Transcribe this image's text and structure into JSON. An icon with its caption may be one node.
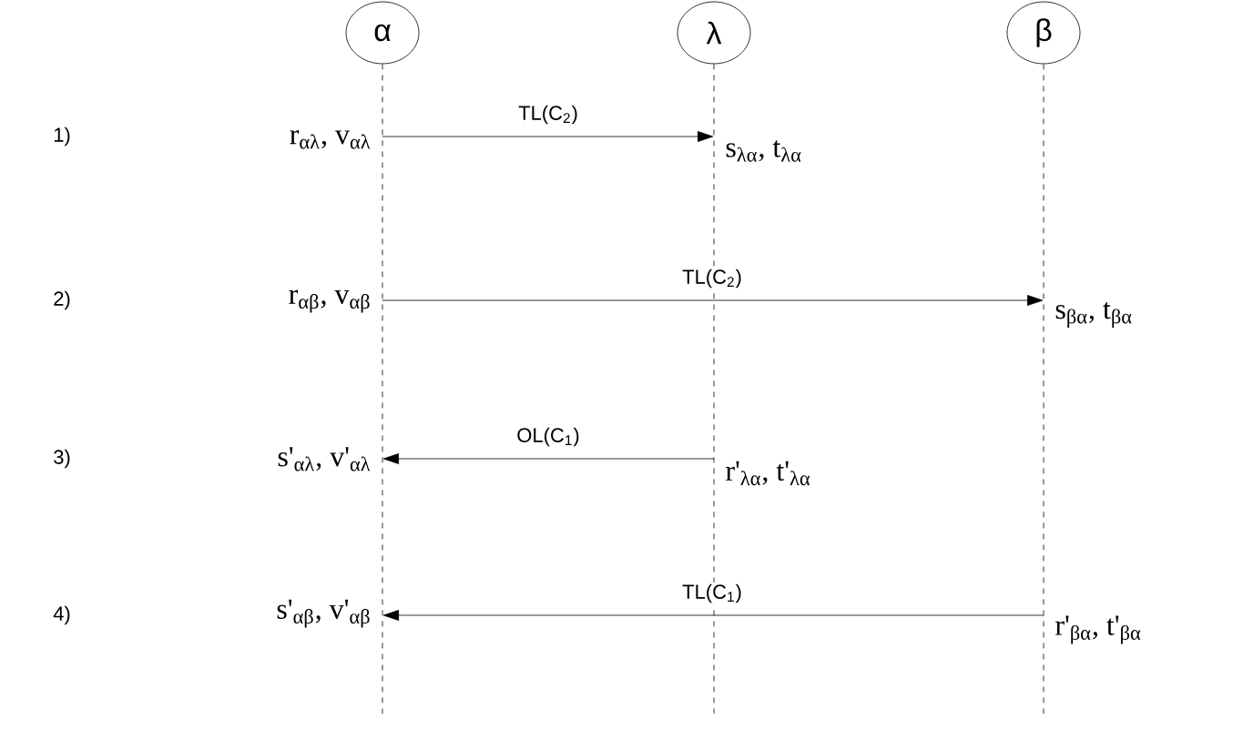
{
  "diagram": {
    "nodes": [
      {
        "text": [
          "α"
        ]
      },
      {
        "text": [
          "λ"
        ]
      },
      {
        "text": [
          "β"
        ]
      },
      {
        "text": [
          "r$_{αλ}$, v$_{αλ}$"
        ]
      },
      {
        "text": [
          "s$_{λα}$, t$_{λα}$"
        ]
      },
      {
        "text": [
          "r$_{αβ}$, v$_{αβ}$"
        ]
      },
      {
        "text": [
          "s$_{βα}$, t$_{βα}$"
        ]
      },
      {
        "text": [
          "s'$_{αλ}$, v'$_{αλ}$"
        ]
      },
      {
        "text": [
          "r'$_{λα}$, t'$_{λα}$"
        ]
      },
      {
        "text": [
          "s'$_{αβ}$, v'$_{αβ}$"
        ]
      },
      {
        "text": [
          "r'$_{βα}$, t'$_{βα}$"
        ]
      }
    ],
    "edges": [
      {
        "from": 0,
        "to": null,
        "arrow": "none",
        "style": "dashed"
      },
      {
        "from": 1,
        "to": null,
        "arrow": "none",
        "style": "dashed"
      },
      {
        "from": 2,
        "to": null,
        "arrow": "none",
        "style": "dashed"
      },
      {
        "from": 3,
        "to": 4,
        "arrow": "to",
        "label": "TL(C$_{2}$)"
      },
      {
        "from": 5,
        "to": 6,
        "arrow": "to",
        "label": "TL(C$_{2}$)"
      },
      {
        "from": 8,
        "to": 7,
        "arrow": "to",
        "label": "OL(C$_{1}$)"
      },
      {
        "from": 10,
        "to": 9,
        "arrow": "to",
        "label": "TL(C$_{1}$)"
      }
    ],
    "labels": [
      "1)",
      "2)",
      "3)",
      "4)"
    ]
  }
}
